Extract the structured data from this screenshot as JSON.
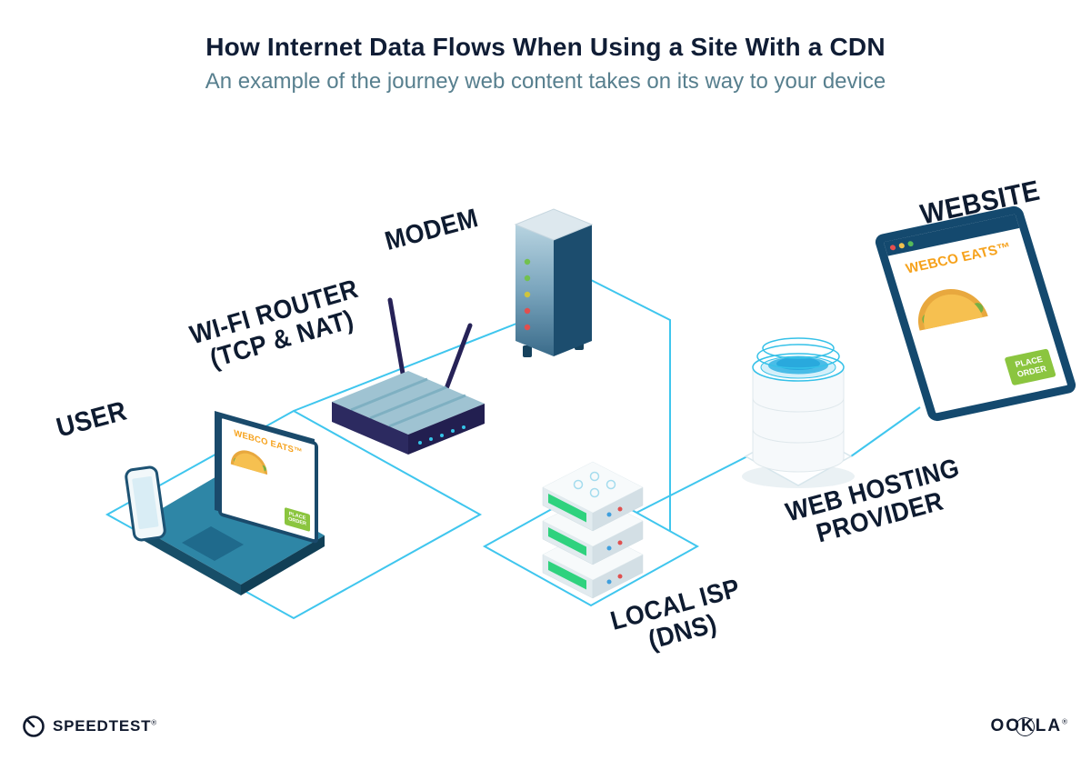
{
  "header": {
    "title": "How Internet Data Flows When Using a Site With a CDN",
    "subtitle": "An example of the journey web content takes on its way to your device"
  },
  "diagram": {
    "nodes": {
      "user": {
        "label": "USER"
      },
      "wifi_router": {
        "label_line1": "WI-FI ROUTER",
        "label_line2": "(TCP & NAT)"
      },
      "modem": {
        "label": "MODEM"
      },
      "local_isp": {
        "label_line1": "LOCAL ISP",
        "label_line2": "(DNS)"
      },
      "web_hosting": {
        "label_line1": "WEB HOSTING",
        "label_line2": "PROVIDER"
      },
      "website": {
        "label": "WEBSITE"
      }
    },
    "website_window": {
      "brand": "WEBCO EATS™",
      "button_line1": "PLACE",
      "button_line2": "ORDER"
    },
    "laptop_screen": {
      "brand": "WEBCO EATS™",
      "button_line1": "PLACE",
      "button_line2": "ORDER"
    }
  },
  "footer": {
    "speedtest_label": "SPEEDTEST",
    "speedtest_mark": "®",
    "ookla_label": "OOKLA",
    "ookla_mark": "®"
  },
  "colors": {
    "connection_line": "#3fc6ee",
    "title": "#101d35",
    "subtitle": "#577f8e",
    "brand_orange": "#f6a21c",
    "button_green": "#8bc53f",
    "device_navy": "#14496e",
    "laptop_teal": "#2e86a6"
  }
}
